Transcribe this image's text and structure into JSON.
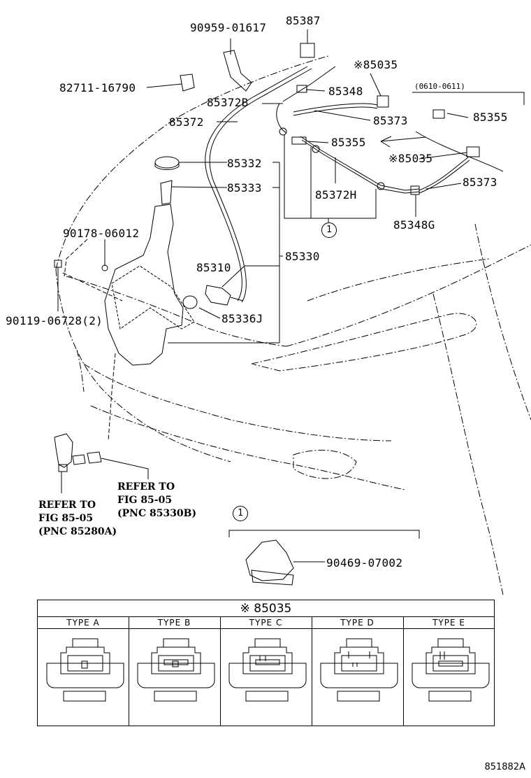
{
  "parts": {
    "p90959": "90959-01617",
    "p85387": "85387",
    "p85035_top": "※85035",
    "p82711": "82711-16790",
    "p85348": "85348",
    "p85372B": "85372B",
    "p85373_top": "85373",
    "p85372": "85372",
    "p85355_mid": "85355",
    "p85035_mid": "※85035",
    "p85332": "85332",
    "p85333": "85333",
    "p85372H": "85372H",
    "p85373_right": "85373",
    "p85348G": "85348G",
    "p90178": "90178-06012",
    "p85330": "85330",
    "p85310": "85310",
    "p90119": "90119-06728(2)",
    "p85336J": "85336J",
    "p85355_right": "85355",
    "date_range": "(0610-0611)",
    "p90469": "90469-07002"
  },
  "callouts": {
    "one_a": "1",
    "one_b": "1"
  },
  "refs": {
    "ref_b_line1": "REFER TO",
    "ref_b_line2": "FIG 85-05",
    "ref_b_line3": "(PNC 85330B)",
    "ref_a_line1": "REFER TO",
    "ref_a_line2": "FIG 85-05",
    "ref_a_line3": "(PNC 85280A)"
  },
  "types_table": {
    "title": "※ 85035",
    "columns": [
      "TYPE A",
      "TYPE B",
      "TYPE C",
      "TYPE D",
      "TYPE E"
    ]
  },
  "page_code": "851882A"
}
